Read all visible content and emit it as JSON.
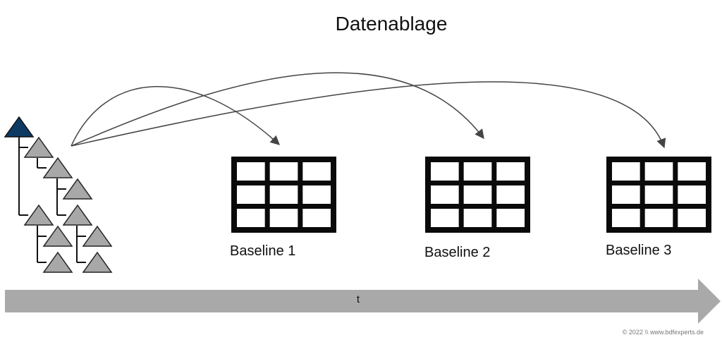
{
  "title": "Datenablage",
  "baselines": [
    {
      "label": "Baseline 1"
    },
    {
      "label": "Baseline 2"
    },
    {
      "label": "Baseline 3"
    }
  ],
  "time_axis_label": "t",
  "copyright": "© 2022 \\\\ www.bdfexperts.de",
  "colors": {
    "root_node": "#0d3a63",
    "child_node": "#a8a8a8",
    "axis_arrow": "#a9a9a9",
    "table": "#0a0a0a"
  }
}
